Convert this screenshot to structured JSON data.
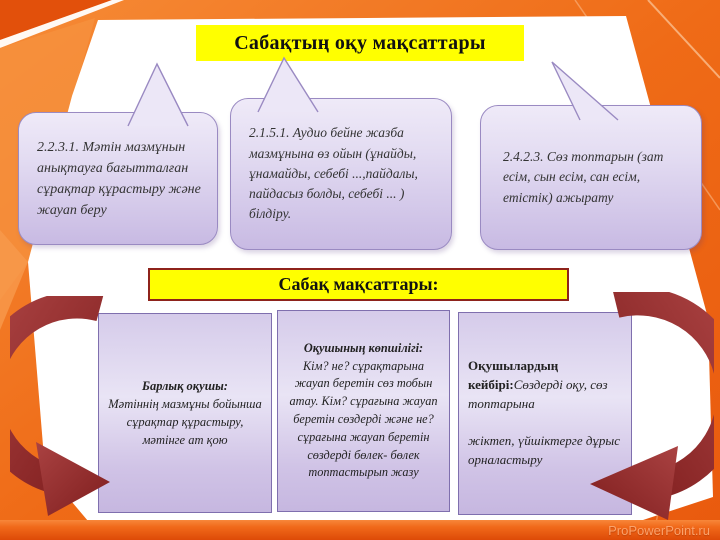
{
  "slide": {
    "title": "Сабақтың оқу мақсаттары",
    "goals_heading": "Сабақ мақсаттары:",
    "watermark": "ProPowerPoint.ru",
    "colors": {
      "background_orange": "#ee6817",
      "bottom_strip_orange": "#e8500a",
      "highlight_yellow": "#ffff00",
      "bubble_lavender": "#cfc3e8",
      "bubble_border_purple": "#9a8ac2",
      "goals_box_border_red": "#8e231b",
      "arrow_dark_red": "#96302c"
    }
  },
  "learning_objectives": [
    {
      "text": "2.2.3.1. Мәтін мазмұнын анықтауға бағытталған сұрақтар құрастыру және жауап беру"
    },
    {
      "text": "2.1.5.1. Аудио бейне жазба мазмұнына  өз ойын (ұнайды, ұнамайды, себебі ...,пайдалы, пайдасыз болды, себебі ... ) білдіру."
    },
    {
      "text": "2.4.2.3. Сөз топтарын (зат есім, сын есім,  сан есім, етістік) ажырату"
    }
  ],
  "lesson_goals": [
    {
      "audience": "Барлық оқушы:",
      "task": "Мәтіннің  мазмұны бойынша сұрақтар құрастыру,  мәтінге ат қою"
    },
    {
      "audience": "Оқушының көпшілігі:",
      "task": "Кім? не?  сұрақтарына жауап беретін сөз тобын атау. Кім? сұрағына жауап беретін сөздерді және не? сұрағына жауап беретін сөздерді бөлек- бөлек топтастырып  жазу"
    },
    {
      "audience": "Оқушылардың кейбірі:",
      "task": "Сөздерді оқу, сөз топтарына",
      "task_line2": "жіктеп, үйшіктерге дұрыс орналастыру"
    }
  ]
}
